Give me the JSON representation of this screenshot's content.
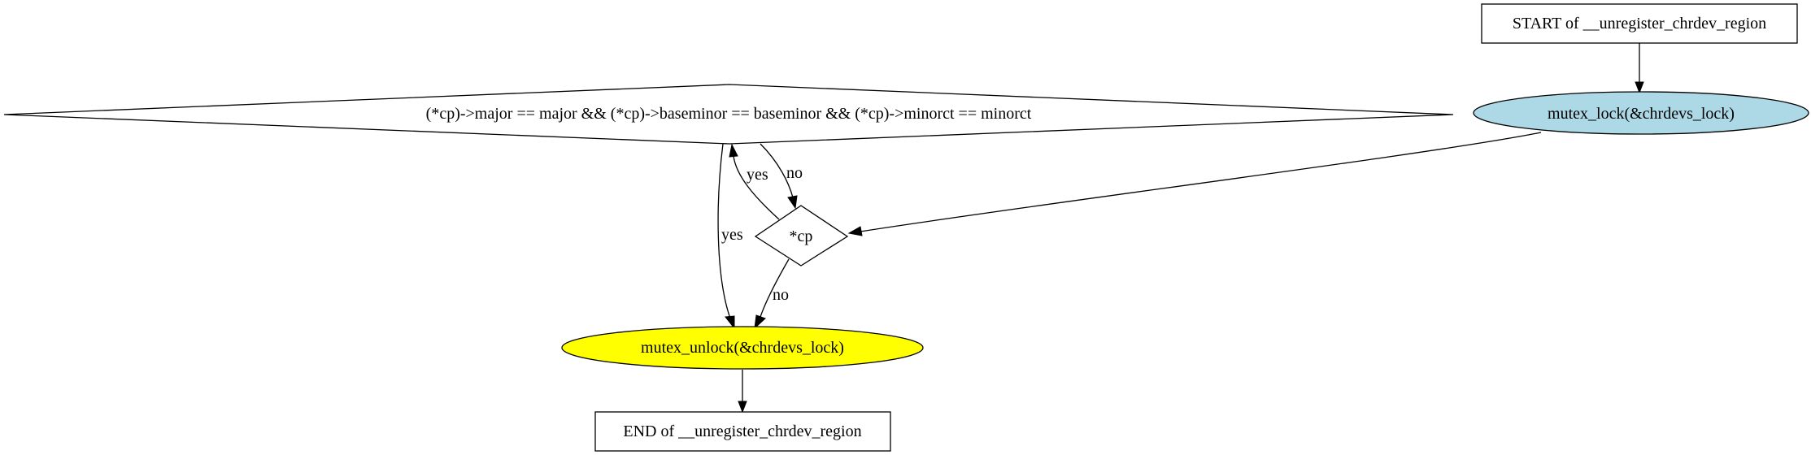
{
  "diagram": {
    "type": "control-flow-graph",
    "function_name": "__unregister_chrdev_region",
    "nodes": {
      "start": {
        "label": "START of __unregister_chrdev_region",
        "shape": "box",
        "fill": "#ffffff"
      },
      "lock": {
        "label": "mutex_lock(&chrdevs_lock)",
        "shape": "ellipse",
        "fill": "#add8e6"
      },
      "cond_match": {
        "label": "(*cp)->major == major && (*cp)->baseminor == baseminor && (*cp)->minorct == minorct",
        "shape": "diamond",
        "fill": "#ffffff"
      },
      "cond_cp": {
        "label": "*cp",
        "shape": "diamond",
        "fill": "#ffffff"
      },
      "unlock": {
        "label": "mutex_unlock(&chrdevs_lock)",
        "shape": "ellipse",
        "fill": "#ffff00"
      },
      "end": {
        "label": "END of __unregister_chrdev_region",
        "shape": "box",
        "fill": "#ffffff"
      }
    },
    "edges": [
      {
        "from": "start",
        "to": "lock",
        "label": ""
      },
      {
        "from": "lock",
        "to": "cond_cp",
        "label": ""
      },
      {
        "from": "cond_cp",
        "to": "cond_match",
        "label": "yes"
      },
      {
        "from": "cond_match",
        "to": "cond_cp",
        "label": "no"
      },
      {
        "from": "cond_match",
        "to": "unlock",
        "label": "yes"
      },
      {
        "from": "cond_cp",
        "to": "unlock",
        "label": "no"
      },
      {
        "from": "unlock",
        "to": "end",
        "label": ""
      }
    ]
  }
}
